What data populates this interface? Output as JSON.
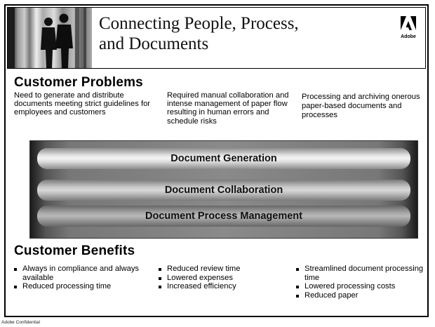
{
  "header": {
    "title_line1": "Connecting People, Process,",
    "title_line2": "and Documents",
    "logo_text": "Adobe"
  },
  "problems": {
    "heading": "Customer Problems",
    "items": [
      "Need to generate and distribute documents meeting strict guidelines for employees and customers",
      "Required manual collaboration and intense management of paper flow resulting in human errors and schedule risks",
      "Processing and archiving onerous paper-based documents and processes"
    ]
  },
  "layers": [
    "Document Generation",
    "Document Collaboration",
    "Document Process Management"
  ],
  "benefits": {
    "heading": "Customer Benefits",
    "columns": [
      [
        "Always in compliance and always available",
        "Reduced processing time"
      ],
      [
        "Reduced review time",
        "Lowered expenses",
        "Increased efficiency"
      ],
      [
        "Streamlined document processing time",
        "Lowered processing costs",
        "Reduced paper"
      ]
    ]
  },
  "footer": "Adobe Confidential"
}
